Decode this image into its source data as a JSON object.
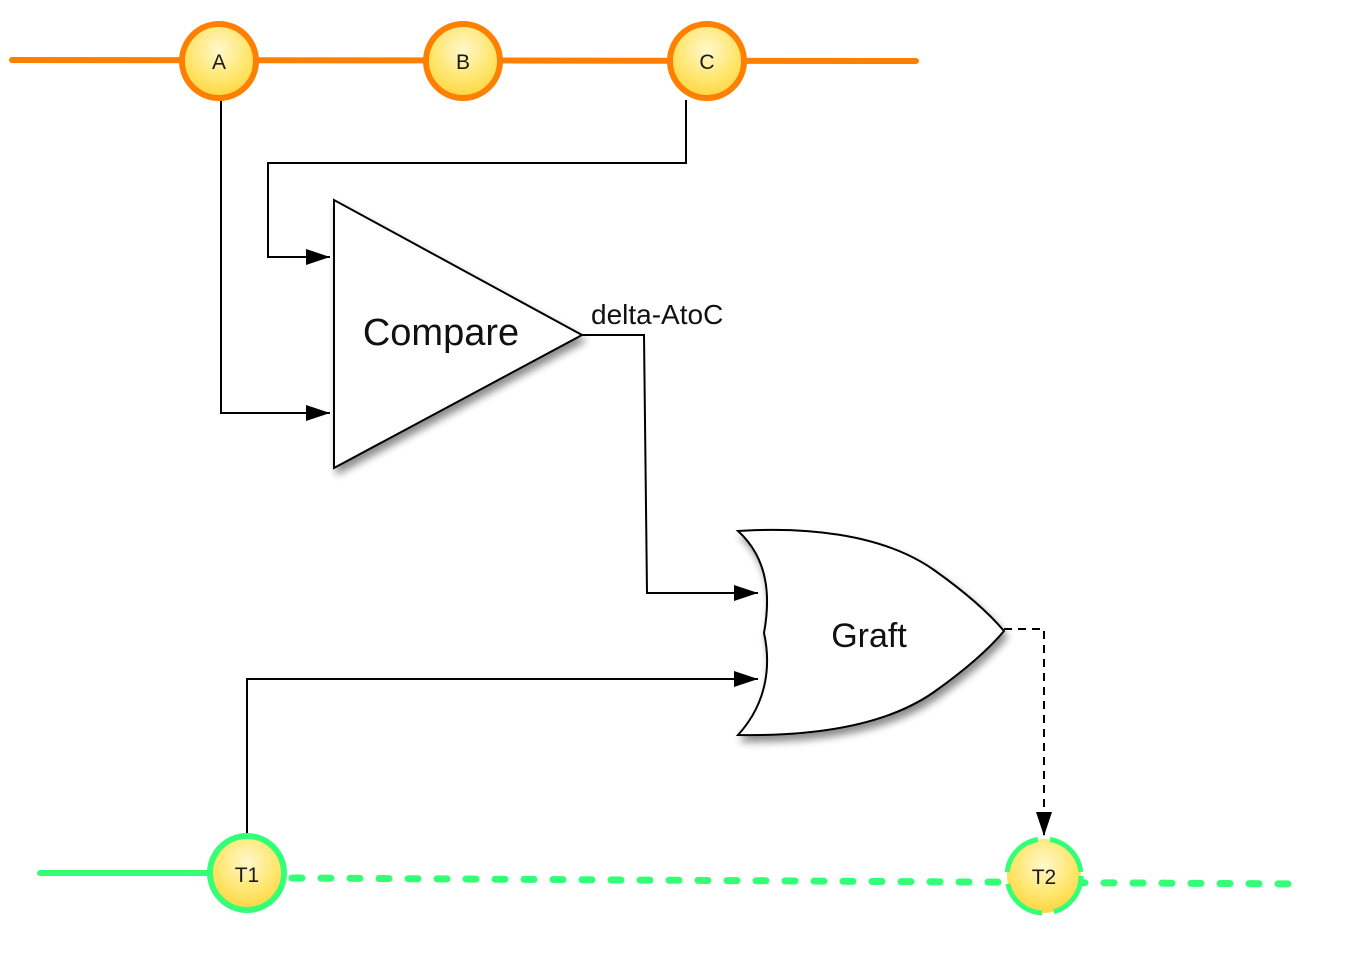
{
  "colors": {
    "source_line": "#ff8000",
    "target_line": "#33ff77",
    "node_fill": "#ffe14d",
    "node_fill_light": "#fff6c0",
    "ink": "#000000"
  },
  "source_branch": {
    "nodes": [
      {
        "id": "A",
        "label": "A"
      },
      {
        "id": "B",
        "label": "B"
      },
      {
        "id": "C",
        "label": "C"
      }
    ]
  },
  "target_branch": {
    "nodes": [
      {
        "id": "T1",
        "label": "T1"
      },
      {
        "id": "T2",
        "label": "T2"
      }
    ]
  },
  "blocks": {
    "compare": {
      "label": "Compare"
    },
    "graft": {
      "label": "Graft"
    }
  },
  "edges": {
    "compare_output": {
      "label": "delta-AtoC"
    }
  }
}
